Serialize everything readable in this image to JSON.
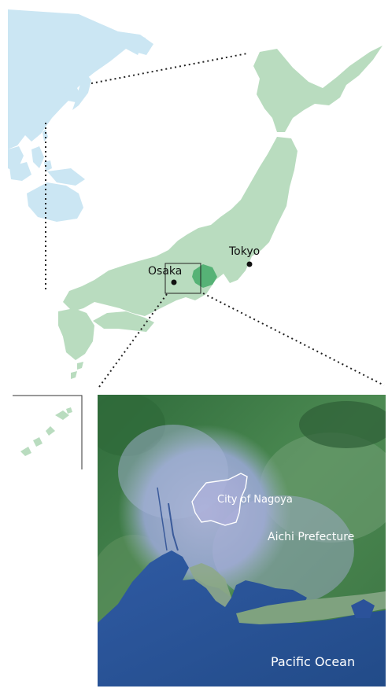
{
  "colors": {
    "japan_land": "#b9dcbf",
    "asia_land": "#cbe6f3",
    "aichi": "#56b276",
    "dotted_line": "#222222",
    "sea": "#2a4f8e",
    "urban": "#9aa5d6",
    "forest": "#3f7a45"
  },
  "cities": {
    "tokyo": "Tokyo",
    "osaka": "Osaka"
  },
  "satellite": {
    "city_label": "City of Nagoya",
    "prefecture_label": "Aichi Prefecture",
    "ocean_label": "Pacific Ocean"
  }
}
